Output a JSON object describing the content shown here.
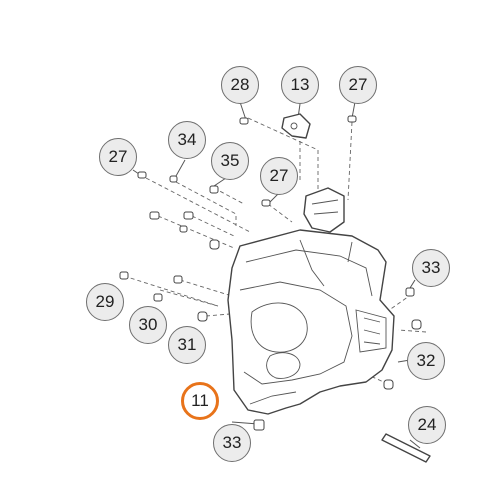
{
  "callouts": [
    {
      "id": "c28",
      "label": "28",
      "highlight": false
    },
    {
      "id": "c13",
      "label": "13",
      "highlight": false
    },
    {
      "id": "c27a",
      "label": "27",
      "highlight": false
    },
    {
      "id": "c34",
      "label": "34",
      "highlight": false
    },
    {
      "id": "c27b",
      "label": "27",
      "highlight": false
    },
    {
      "id": "c35",
      "label": "35",
      "highlight": false
    },
    {
      "id": "c27c",
      "label": "27",
      "highlight": false
    },
    {
      "id": "c33a",
      "label": "33",
      "highlight": false
    },
    {
      "id": "c29",
      "label": "29",
      "highlight": false
    },
    {
      "id": "c30",
      "label": "30",
      "highlight": false
    },
    {
      "id": "c31",
      "label": "31",
      "highlight": false
    },
    {
      "id": "c32",
      "label": "32",
      "highlight": false
    },
    {
      "id": "c11",
      "label": "11",
      "highlight": true
    },
    {
      "id": "c24",
      "label": "24",
      "highlight": false
    },
    {
      "id": "c33b",
      "label": "33",
      "highlight": false
    }
  ],
  "colors": {
    "highlight_ring": "#e8731a",
    "callout_fill": "#ececec",
    "callout_ring": "#6f6f6f",
    "line_art": "#444444"
  }
}
